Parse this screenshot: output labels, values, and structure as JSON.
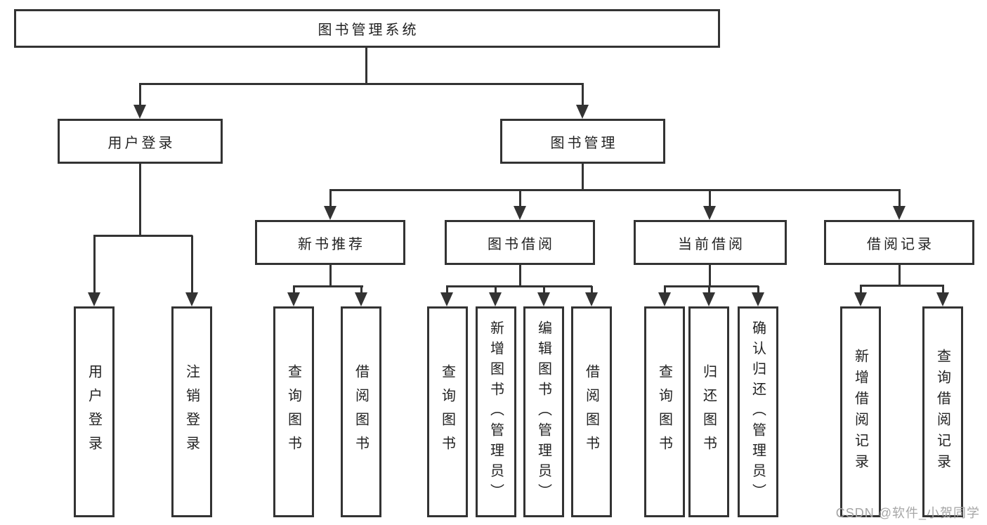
{
  "colors": {
    "line": "#333333",
    "text": "#222222",
    "watermark": "#a6a6a6",
    "background": "#ffffff"
  },
  "tree": {
    "root": {
      "label": "图书管理系统",
      "children": [
        {
          "label": "用户登录",
          "children": [
            {
              "label": "用户登录"
            },
            {
              "label": "注销登录"
            }
          ]
        },
        {
          "label": "图书管理",
          "children": [
            {
              "label": "新书推荐",
              "children": [
                {
                  "label": "查询图书"
                },
                {
                  "label": "借阅图书"
                }
              ]
            },
            {
              "label": "图书借阅",
              "children": [
                {
                  "label": "查询图书"
                },
                {
                  "label": "新增图书（管理员）"
                },
                {
                  "label": "编辑图书（管理员）"
                },
                {
                  "label": "借阅图书"
                }
              ]
            },
            {
              "label": "当前借阅",
              "children": [
                {
                  "label": "查询图书"
                },
                {
                  "label": "归还图书"
                },
                {
                  "label": "确认归还（管理员）"
                }
              ]
            },
            {
              "label": "借阅记录",
              "children": [
                {
                  "label": "新增借阅记录"
                },
                {
                  "label": "查询借阅记录"
                }
              ]
            }
          ]
        }
      ]
    }
  },
  "watermark": {
    "text": "CSDN @软件_小贺同学"
  }
}
